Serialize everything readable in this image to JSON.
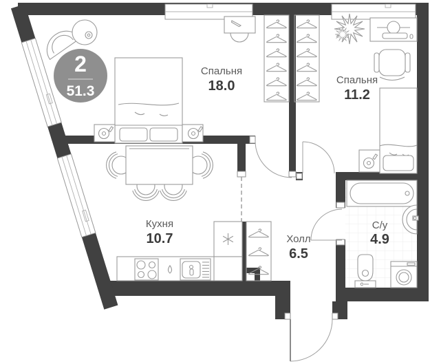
{
  "plan": {
    "type": "apartment-floor-plan",
    "badge": {
      "rooms": "2",
      "area": "51.3"
    },
    "rooms": [
      {
        "name": "Спальня",
        "area": "18.0"
      },
      {
        "name": "Спальня",
        "area": "11.2"
      },
      {
        "name": "Кухня",
        "area": "10.7"
      },
      {
        "name": "Холл",
        "area": "6.5"
      },
      {
        "name": "С/у",
        "area": "4.9"
      }
    ],
    "colors": {
      "wall": "#414141",
      "furniture_line": "#9a9a9a",
      "label_text": "#5a5a5a",
      "area_text": "#3c3c3c",
      "badge_bg": "#8f8f8f",
      "badge_text": "#ffffff",
      "tile_line": "#ececec"
    },
    "icons": [
      "double-bed-icon",
      "nightstand-lamp-icon",
      "armchair-icon",
      "side-table-icon",
      "dressing-table-icon",
      "wardrobe-hangers-icon",
      "plant-icon",
      "desk-lamp-icon",
      "office-chair-icon",
      "single-bed-icon",
      "dining-table-icon",
      "dining-chair-icon",
      "stove-icon",
      "kitchen-sink-icon",
      "water-drop-icon",
      "fridge-snowflake-icon",
      "hall-wardrobe-icon",
      "bathtub-icon",
      "washbasin-icon",
      "toilet-icon",
      "washing-machine-icon",
      "door-swing-icon",
      "window-icon",
      "entrance-door-icon"
    ]
  }
}
